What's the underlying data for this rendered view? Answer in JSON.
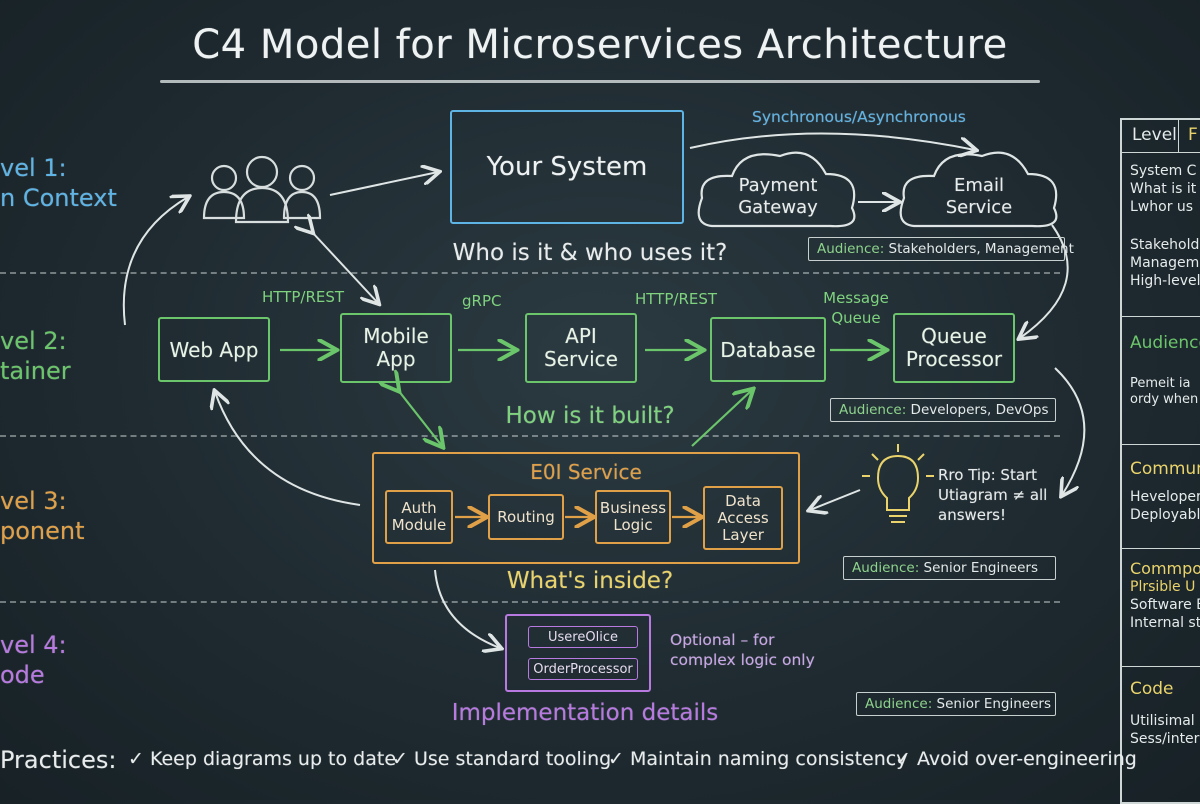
{
  "title": "C4 Model for Microservices Architecture",
  "levels": [
    {
      "label_1": "vel 1:",
      "label_2": "n Context",
      "color": "#5fb4e6"
    },
    {
      "label_1": "vel 2:",
      "label_2": "tainer",
      "color": "#6bc56a"
    },
    {
      "label_1": "vel 3:",
      "label_2": "ponent",
      "color": "#e0a047"
    },
    {
      "label_1": "vel 4:",
      "label_2": "ode",
      "color": "#b879e0"
    }
  ],
  "context": {
    "system": "Your System",
    "sync_label": "Synchronous/Asynchronous",
    "payment": "Payment Gateway",
    "email": "Email Service",
    "question": "Who is it & who uses it?",
    "audience_key": "Audience:",
    "audience": "Stakeholders, Management"
  },
  "container": {
    "nodes": [
      "Web App",
      "Mobile App",
      "API Service",
      "Database",
      "Queue Processor"
    ],
    "edges": [
      "HTTP/REST",
      "gRPC",
      "HTTP/REST",
      "Message Queue"
    ],
    "question": "How is it built?",
    "audience_key": "Audience:",
    "audience": "Developers, DevOps"
  },
  "component": {
    "service": "E0I Service",
    "modules": [
      "Auth Module",
      "Routing",
      "Business Logic",
      "Data Access Layer"
    ],
    "question": "What's inside?",
    "tip": "Rro Tip: Start Utiagram ≠ all answers!",
    "audience_key": "Audience:",
    "audience": "Senior Engineers"
  },
  "code": {
    "classes": [
      "UsereΟlice",
      "OrderProcessor"
    ],
    "note": "Optional – for complex logic only",
    "question": "Implementation details",
    "audience_key": "Audience:",
    "audience": "Senior Engineers"
  },
  "side_table": {
    "header_1": "Level",
    "header_2": "F",
    "rows": [
      {
        "lines": [
          "System C",
          "What is it",
          "Lwhor us"
        ]
      },
      {
        "lines": [
          "Stakeholde",
          "Manageme",
          "High-level"
        ]
      },
      {
        "lines": [
          "Audience"
        ]
      },
      {
        "lines": [
          "Pemeit ia",
          "ordy when"
        ]
      },
      {
        "lines": [
          "Commun"
        ]
      },
      {
        "lines": [
          "Hevelopers",
          "Deployable"
        ]
      },
      {
        "lines": [
          "Commpo",
          "Plrsible U",
          "Software E",
          "Internal st"
        ]
      },
      {
        "lines": [
          "Code"
        ]
      },
      {
        "lines": [
          "Utilisimal",
          "Sess/inter"
        ]
      }
    ]
  },
  "best_practices": {
    "label": "Practices:",
    "items": [
      "Keep diagrams up to date",
      "Use standard tooling",
      "Maintain naming consistency",
      "Avoid over-engineering"
    ]
  },
  "colors": {
    "blue": "#5fb4e6",
    "green": "#6bc56a",
    "orange": "#e0a047",
    "purple": "#b879e0",
    "yellow": "#e9d36a"
  }
}
